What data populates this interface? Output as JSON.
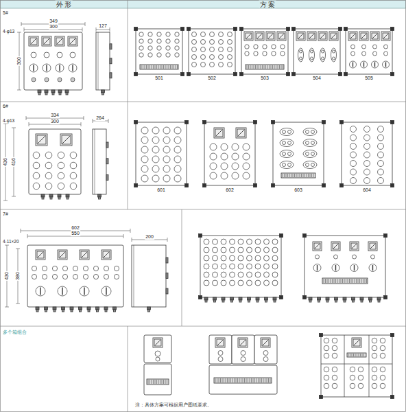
{
  "diagram": {
    "labels": [
      "外 形",
      "方 案",
      "5#",
      "4-φ13",
      "349",
      "300",
      "127",
      "300",
      "501",
      "502",
      "503",
      "504",
      "505",
      "6#",
      "4-φ13",
      "334",
      "300",
      "264",
      "436",
      "416",
      "601",
      "602",
      "603",
      "604",
      "7#",
      "602",
      "550",
      "4-11×20",
      "200",
      "430",
      "380",
      "多个箱组合",
      "注：具体方案可根据用户图纸要求。"
    ]
  }
}
